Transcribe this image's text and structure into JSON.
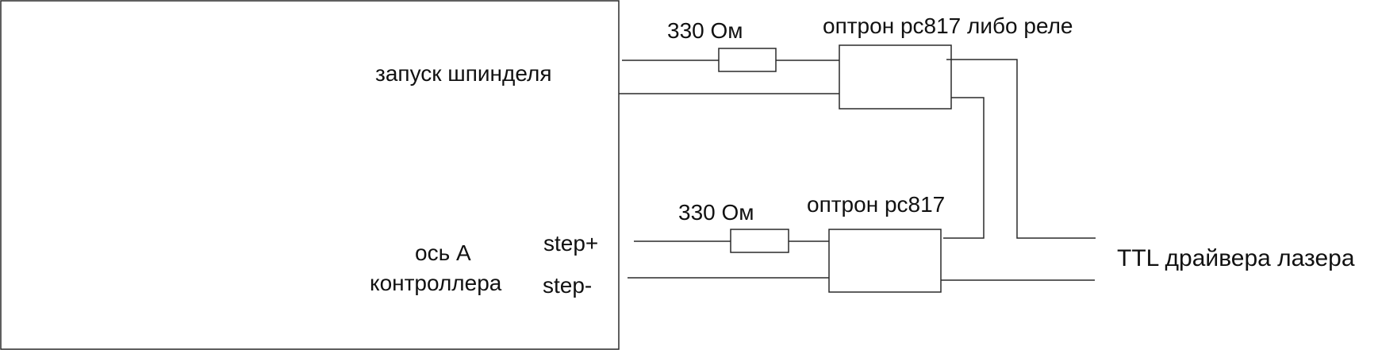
{
  "controller": {
    "spindle_label": "запуск шпинделя",
    "axis_label": "ось А",
    "controller_label": "контроллера",
    "step_plus": "step+",
    "step_minus": "step-"
  },
  "upper_circuit": {
    "resistor_label": "330 Ом",
    "optocoupler_label": "оптрон pc817 либо реле"
  },
  "lower_circuit": {
    "resistor_label": "330 Ом",
    "optocoupler_label": "оптрон pc817"
  },
  "output": {
    "laser_label": "TTL драйвера лазера"
  }
}
